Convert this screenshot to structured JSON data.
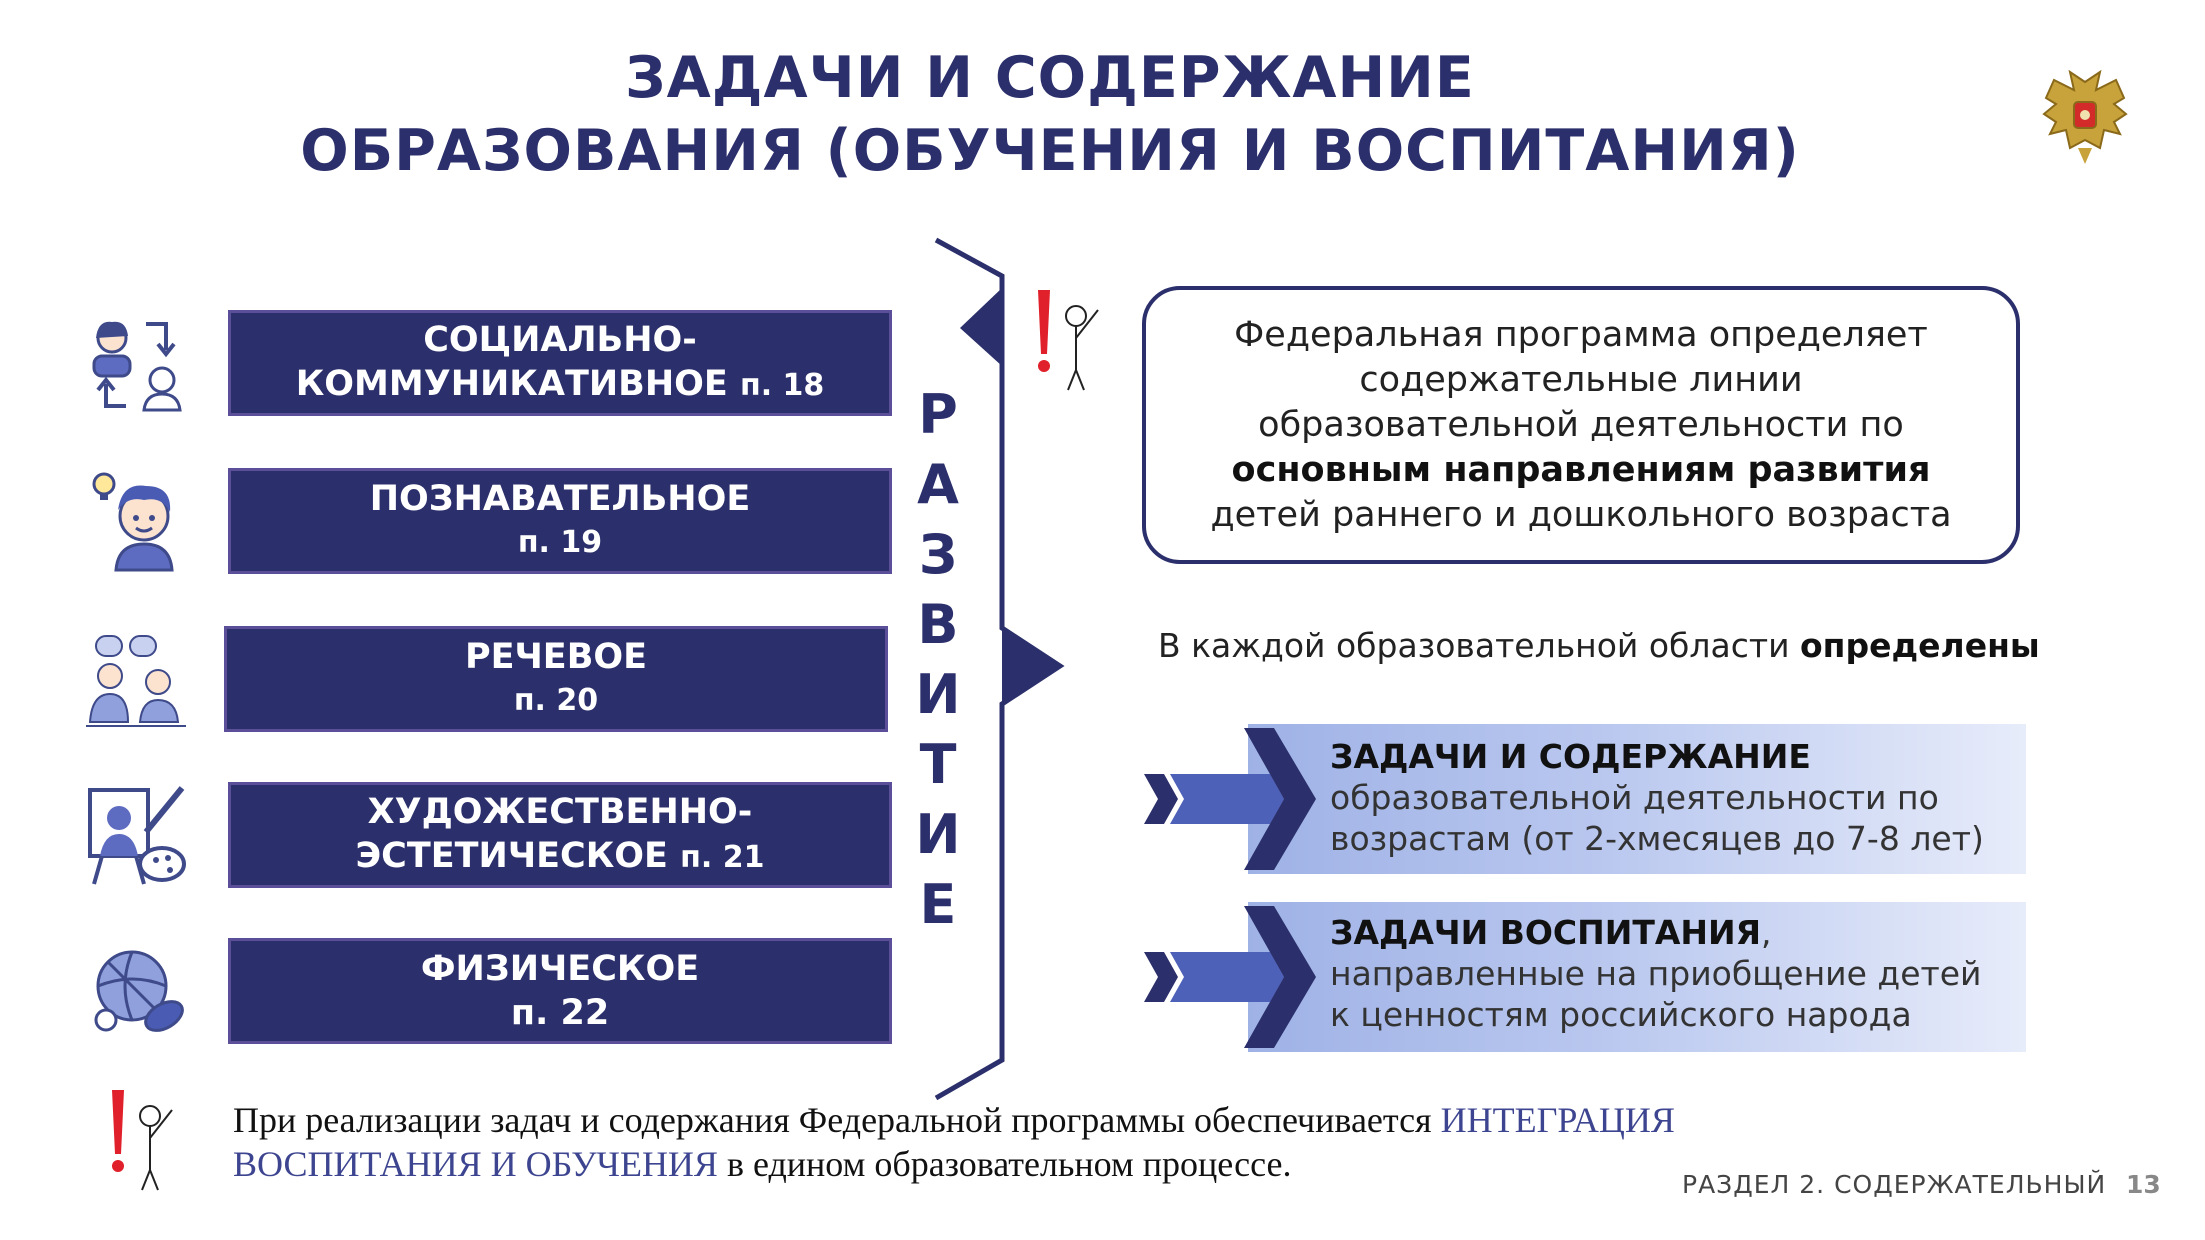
{
  "title": {
    "line1": "ЗАДАЧИ И СОДЕРЖАНИЕ",
    "line2": "ОБРАЗОВАНИЯ (ОБУЧЕНИЯ И ВОСПИТАНИЯ)"
  },
  "areas": [
    {
      "line1": "СОЦИАЛЬНО-",
      "line2": "КОММУНИКАТИВНОЕ",
      "ref": "п. 18",
      "icon": "social-communication-icon"
    },
    {
      "line1": "ПОЗНАВАТЕЛЬНОЕ",
      "line2": "",
      "ref": "п. 19",
      "icon": "cognitive-icon"
    },
    {
      "line1": "РЕЧЕВОЕ",
      "line2": "",
      "ref": "п. 20",
      "icon": "speech-icon"
    },
    {
      "line1": "ХУДОЖЕСТВЕННО-",
      "line2": "ЭСТЕТИЧЕСКОЕ",
      "ref": "п. 21",
      "icon": "art-icon"
    },
    {
      "line1": "ФИЗИЧЕСКОЕ",
      "line2": "",
      "ref": "п. 22",
      "icon": "sports-ball-icon"
    }
  ],
  "vertical_word": [
    "Р",
    "А",
    "З",
    "В",
    "И",
    "Т",
    "И",
    "Е"
  ],
  "info": {
    "line1": "Федеральная программа определяет",
    "line2": "содержательные линии",
    "line3": "образовательной деятельности по",
    "bold": "основным направлениям развития",
    "line5": "детей раннего и дошкольного возраста"
  },
  "every": {
    "text": "В каждой образовательной области ",
    "bold": "определены"
  },
  "panels": [
    {
      "bold": "ЗАДАЧИ И СОДЕРЖАНИЕ",
      "suffix": "",
      "line2": "образовательной деятельности по",
      "line3": "возрастам (от 2-хмесяцев до 7-8 лет)"
    },
    {
      "bold": "ЗАДАЧИ ВОСПИТАНИЯ",
      "suffix": ",",
      "line2": "направленные на приобщение детей",
      "line3": "к ценностям российского народа"
    }
  ],
  "bottom": {
    "part1": "При реализации задач и содержания Федеральной программы обеспечивается ",
    "hl1": "ИНТЕГРАЦИЯ",
    "hl2": "ВОСПИТАНИЯ И ОБУЧЕНИЯ",
    "part2": " в едином образовательном процессе."
  },
  "footer": {
    "section": "РАЗДЕЛ 2. СОДЕРЖАТЕЛЬНЫЙ",
    "page": "13"
  },
  "colors": {
    "navy": "#2b2f6b",
    "accent": "#5a4f98",
    "panel": "#9fb2e6",
    "warning": "#e0202a"
  }
}
